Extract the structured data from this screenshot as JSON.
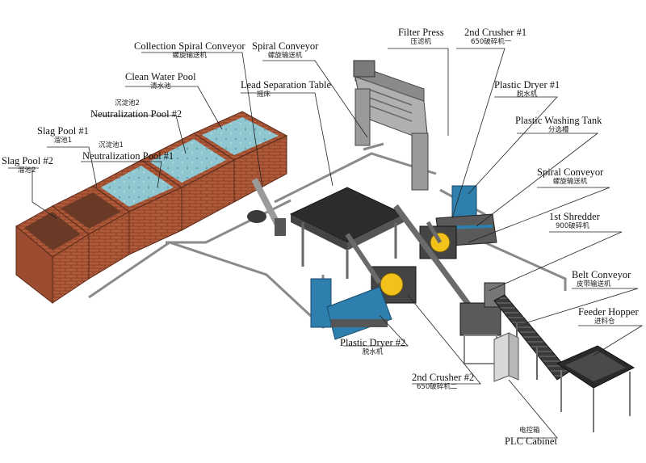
{
  "labels": {
    "filter_press": {
      "en": "Filter Press",
      "cn": "压滤机"
    },
    "crusher1": {
      "en": "2nd Crusher #1",
      "cn": "650破碎机一"
    },
    "collection_spiral": {
      "en": "Collection Spiral Conveyor",
      "cn": "螺旋输送机"
    },
    "spiral_top": {
      "en": "Spiral Conveyor",
      "cn": "螺旋输送机"
    },
    "clean_water": {
      "en": "Clean Water Pool",
      "cn": "清水池"
    },
    "lead_sep": {
      "en": "Lead Separation Table",
      "cn": "摇床"
    },
    "plastic_dryer1": {
      "en": "Plastic Dryer #1",
      "cn": "脱水机"
    },
    "neutral2": {
      "en": "Neutralization Pool #2",
      "cn": "沉淀池2"
    },
    "plastic_wash": {
      "en": "Plastic Washing Tank",
      "cn": "分选槽"
    },
    "slag1": {
      "en": "Slag Pool #1",
      "cn": "溜池1"
    },
    "neutral1": {
      "en": "Neutralization Pool #1",
      "cn": "沉淀池1"
    },
    "slag2": {
      "en": "Slag Pool #2",
      "cn": "溜池2"
    },
    "spiral_right": {
      "en": "Spiral Conveyor",
      "cn": "螺旋输送机"
    },
    "shredder": {
      "en": "1st Shredder",
      "cn": "900破碎机"
    },
    "belt": {
      "en": "Belt Conveyor",
      "cn": "皮带输送机"
    },
    "feeder": {
      "en": "Feeder Hopper",
      "cn": "进料仓"
    },
    "plastic_dryer2": {
      "en": "Plastic Dryer #2",
      "cn": "脱水机"
    },
    "crusher2": {
      "en": "2nd Crusher #2",
      "cn": "650破碎机二"
    },
    "plc": {
      "en": "PLC Cabinet",
      "cn": "电控箱"
    }
  },
  "colors": {
    "brick": "#b05a3a",
    "brick_dark": "#7e3a22",
    "water": "#8fc6cf",
    "machine_blue": "#2f7fae",
    "steel": "#9a9a9a",
    "dark": "#3a3a3a"
  }
}
